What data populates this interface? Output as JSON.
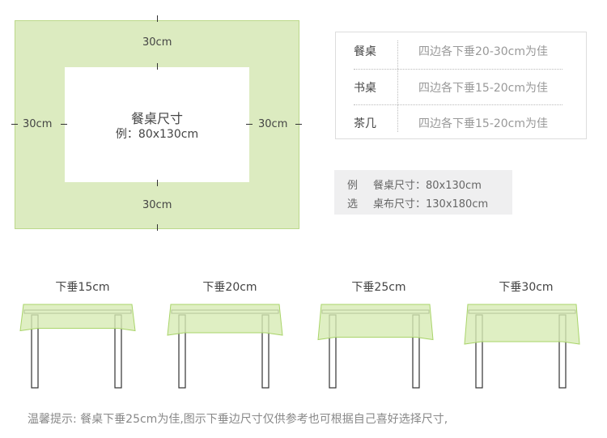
{
  "diagram": {
    "top": "30cm",
    "bottom": "30cm",
    "left": "30cm",
    "right": "30cm",
    "center_title": "餐桌尺寸",
    "center_example": "例：80x130cm"
  },
  "spec_table": [
    {
      "type": "餐桌",
      "advice": "四边各下垂20-30cm为佳"
    },
    {
      "type": "书桌",
      "advice": "四边各下垂15-20cm为佳"
    },
    {
      "type": "茶几",
      "advice": "四边各下垂15-20cm为佳"
    }
  ],
  "example": {
    "line1_prefix": "例",
    "line1": "餐桌尺寸：80x130cm",
    "line2_prefix": "选",
    "line2": "桌布尺寸：130x180cm"
  },
  "tables": [
    {
      "label": "下垂15cm",
      "drop_cm": 15
    },
    {
      "label": "下垂20cm",
      "drop_cm": 20
    },
    {
      "label": "下垂25cm",
      "drop_cm": 25
    },
    {
      "label": "下垂30cm",
      "drop_cm": 30
    }
  ],
  "tip": "温馨提示: 餐桌下垂25cm为佳,图示下垂边尺寸仅供参考也可根据自己喜好选择尺寸,",
  "colors": {
    "cloth": "#d7ebb4",
    "cloth_border": "#a9d46a",
    "outline": "#333333"
  }
}
